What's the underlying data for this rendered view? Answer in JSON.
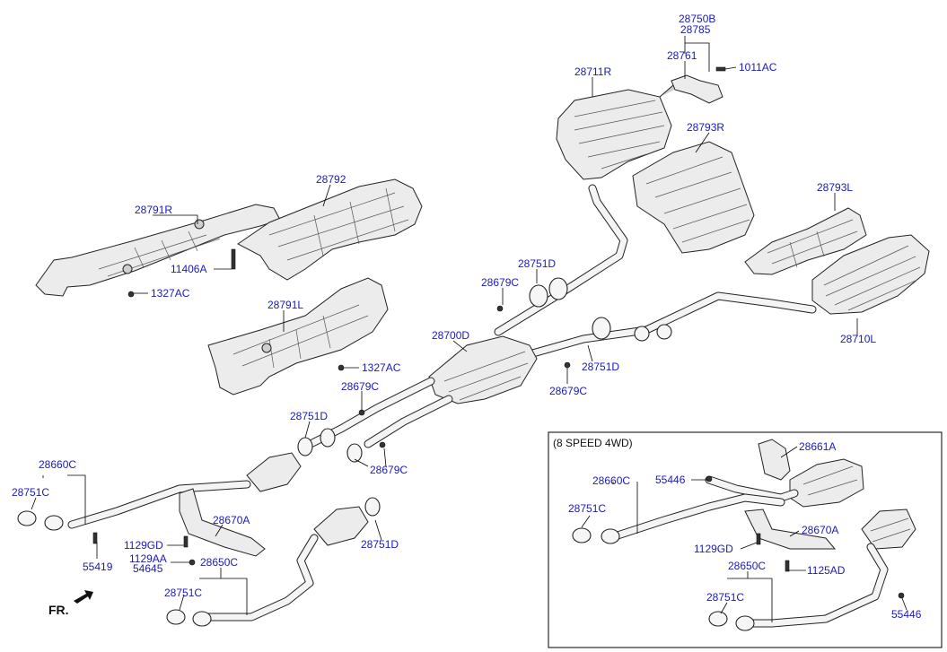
{
  "diagram": {
    "fr_label": "FR.",
    "inset_title": "(8 SPEED 4WD)",
    "labels": {
      "p28750B": "28750B",
      "p28785": "28785",
      "p28761": "28761",
      "p1011AC": "1011AC",
      "p28711R": "28711R",
      "p28793R": "28793R",
      "p28792": "28792",
      "p28791R": "28791R",
      "p11406A": "11406A",
      "p1327AC_a": "1327AC",
      "p28791L": "28791L",
      "p1327AC_b": "1327AC",
      "p28793L": "28793L",
      "p28679C_a": "28679C",
      "p28751D_a": "28751D",
      "p28700D": "28700D",
      "p28751D_b": "28751D",
      "p28679C_b": "28679C",
      "p28710L": "28710L",
      "p28679C_c": "28679C",
      "p28751D_c": "28751D",
      "p28679C_d": "28679C",
      "p28660C": "28660C",
      "p28751C_a": "28751C",
      "p55419": "55419",
      "p28670A": "28670A",
      "p1129GD": "1129GD",
      "p1129AA": "1129AA",
      "p54645": "54645",
      "p28650C": "28650C",
      "p28751C_b": "28751C",
      "p28751D_d": "28751D",
      "i28661A": "28661A",
      "i55446_a": "55446",
      "i28660C": "28660C",
      "i28751C_a": "28751C",
      "i28670A": "28670A",
      "i1129GD": "1129GD",
      "i1125AD": "1125AD",
      "i28650C": "28650C",
      "i28751C_b": "28751C",
      "i55446_b": "55446"
    }
  }
}
